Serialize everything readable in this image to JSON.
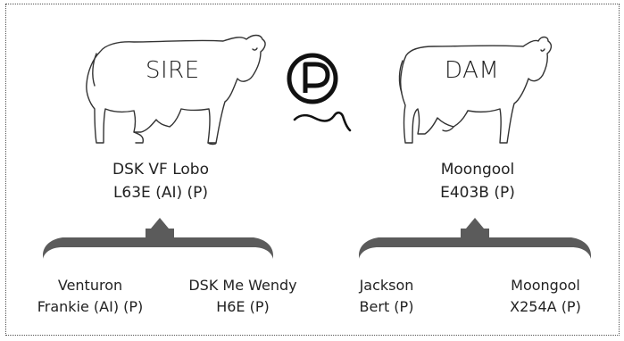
{
  "sire": {
    "label": "SIRE",
    "name_line1": "DSK VF Lobo",
    "name_line2": "L63E (AI) (P)",
    "parent_left_line1": "Venturon",
    "parent_left_line2": "Frankie (AI) (P)",
    "parent_right_line1": "DSK Me Wendy",
    "parent_right_line2": "H6E (P)"
  },
  "dam": {
    "label": "DAM",
    "name_line1": "Moongool",
    "name_line2": "E403B (P)",
    "parent_left_line1": "Jackson",
    "parent_left_line2": "Bert (P)",
    "parent_right_line1": "Moongool",
    "parent_right_line2": "X254A (P)"
  },
  "center_symbol": {
    "icon": "polled-p-icon",
    "letter": "P"
  },
  "colors": {
    "bracket": "#5b5b5b",
    "outline": "#333333",
    "text": "#222222"
  }
}
